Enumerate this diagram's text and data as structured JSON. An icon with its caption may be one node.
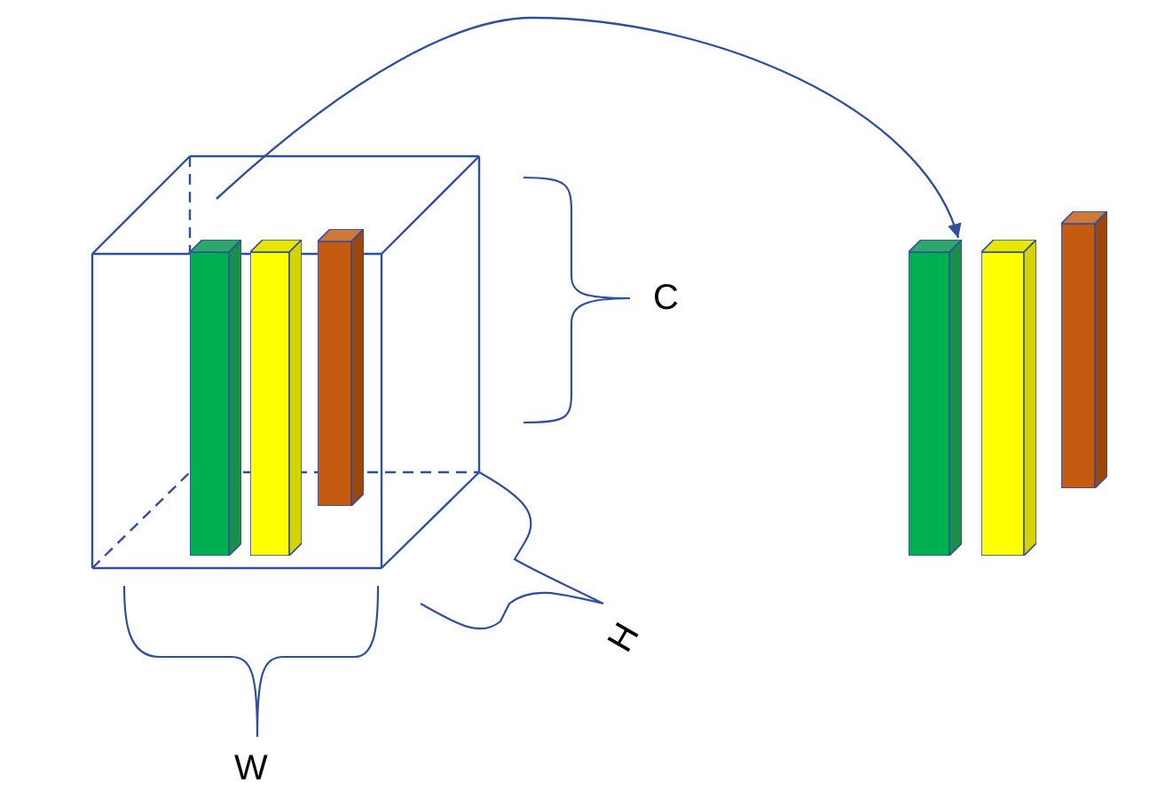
{
  "diagram": {
    "nodes": [
      {
        "text": [],
        "shape": "box"
      },
      {
        "text": [],
        "shape": "bar",
        "in": 0
      },
      {
        "text": [],
        "shape": "bar",
        "in": 0
      },
      {
        "text": [],
        "shape": "bar",
        "in": 0
      },
      {
        "text": [],
        "shape": "bar"
      },
      {
        "text": [],
        "shape": "bar"
      },
      {
        "text": [],
        "shape": "bar"
      }
    ],
    "edges": [
      {
        "from": 0,
        "to": 4,
        "arrow": "to"
      }
    ],
    "labels": [
      "C",
      "H",
      "W"
    ]
  }
}
